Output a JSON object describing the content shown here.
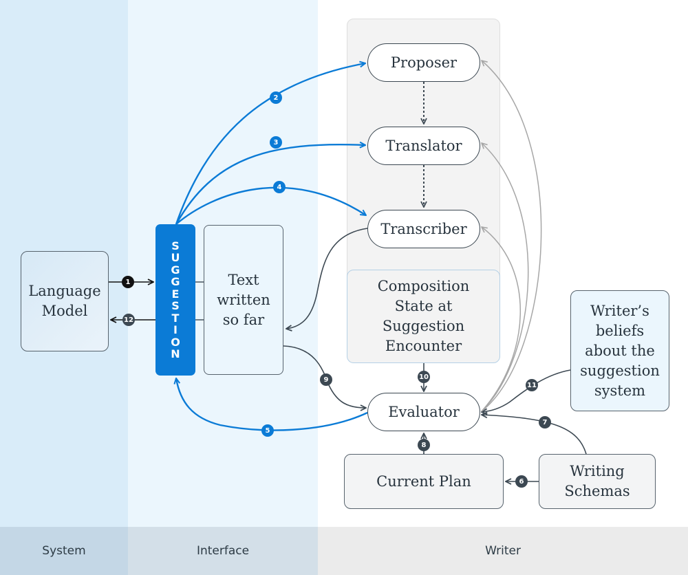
{
  "lanes": {
    "system": "System",
    "interface": "Interface",
    "writer": "Writer"
  },
  "nodes": {
    "language_model": "Language Model",
    "suggestion": "SUGGESTION",
    "text_written": "Text written so far",
    "proposer": "Proposer",
    "translator": "Translator",
    "transcriber": "Transcriber",
    "composition_state": "Composition State at Suggestion Encounter",
    "evaluator": "Evaluator",
    "current_plan": "Current Plan",
    "writing_schemas": "Writing Schemas",
    "writer_beliefs": "Writer’s beliefs about the suggestion system"
  },
  "steps": [
    "1",
    "2",
    "3",
    "4",
    "5",
    "6",
    "7",
    "8",
    "9",
    "10",
    "11",
    "12"
  ],
  "colors": {
    "system_lane": "#d9ecf9",
    "interface_lane": "#ebf6fd",
    "suggestion": "#0b7bd6",
    "flow_blue": "#0b7bd6",
    "flow_dark": "#3c4852",
    "flow_gray": "#a6a6a6"
  }
}
